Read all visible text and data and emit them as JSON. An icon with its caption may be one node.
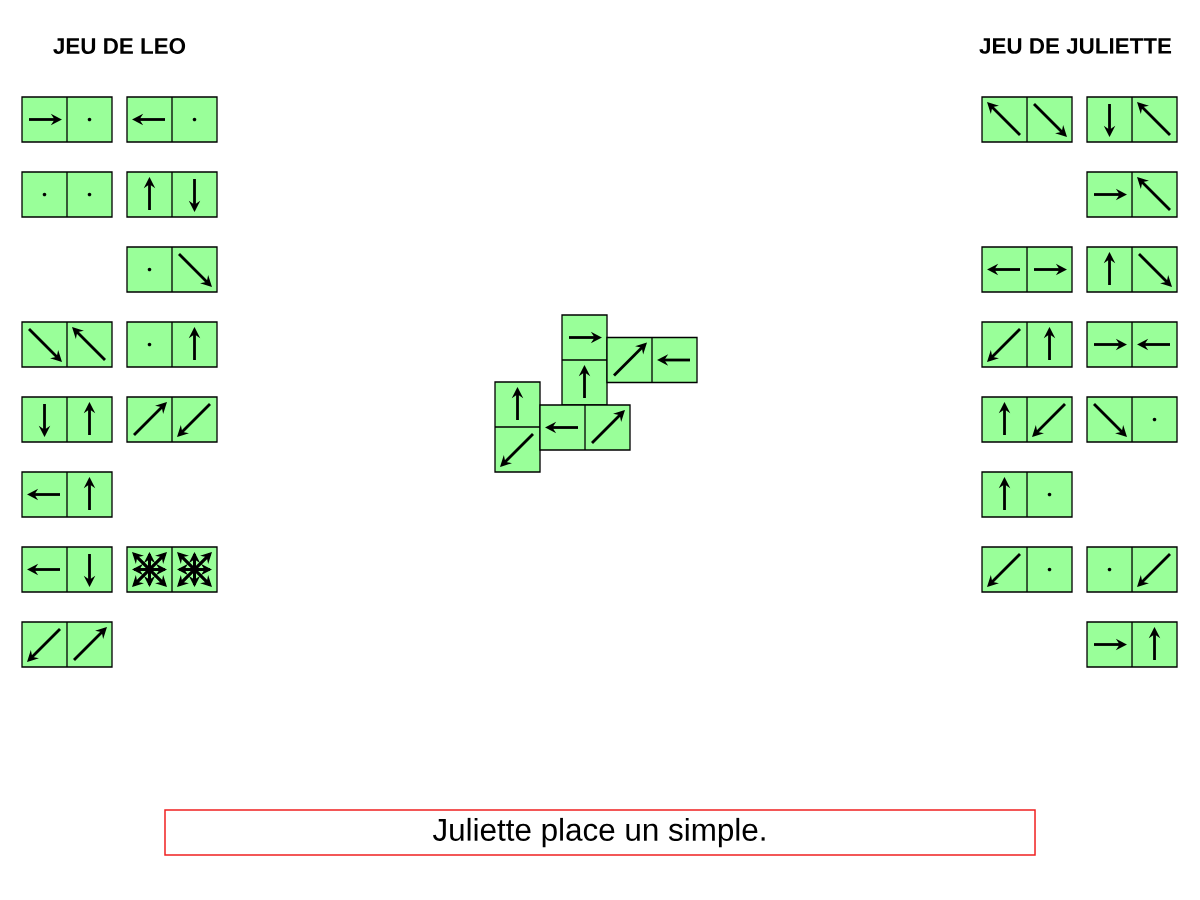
{
  "diagram": {
    "nodes": [
      {
        "text": [
          "Juliette place un simple."
        ]
      }
    ],
    "labels": [
      "JEU DE LEO",
      "JEU DE JULIETTE"
    ]
  }
}
